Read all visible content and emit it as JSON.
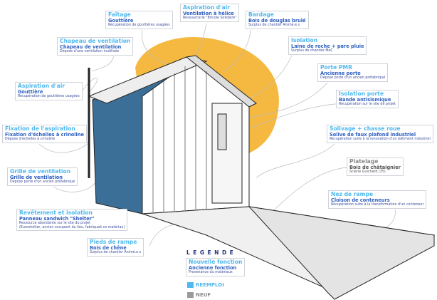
{
  "colors": {
    "accent": "#4fb8ee",
    "reemploi": "#4fb8ee",
    "neuf": "#9a9a9a",
    "blob": "#f5b942"
  },
  "labels": [
    {
      "title": "Faîtage",
      "sub": "Gouttière",
      "desc": "Récupération de gouttières usagées"
    },
    {
      "title": "Aspiration d'air",
      "sub": "Ventilation à hélice",
      "desc": "Ressourcerie \"Bricole Solidaire\""
    },
    {
      "title": "Bardage",
      "sub": "Bois de douglas brulé",
      "desc": "Surplus de chantier Animé.e.s"
    },
    {
      "title": "Chapeau de ventilation",
      "sub": "Chapeau de ventilation",
      "desc": "Dépose d'une ventilation inutilisée"
    },
    {
      "title": "Isolation",
      "sub": "Laine de roche + pare pluie",
      "desc": "Surplus de chantier MeC"
    },
    {
      "title": "Porte PMR",
      "sub": "Ancienne porte",
      "desc": "Dépose porte d'un ancien préfabriqué"
    },
    {
      "title": "Isolation porte",
      "sub": "Bande antisismique",
      "desc": "Récupération sur le site de projet"
    },
    {
      "title": "Aspiration d'air",
      "sub": "Gouttière",
      "desc": "Récupération de gouttières usagées"
    },
    {
      "title": "Fixation de l'aspiration",
      "sub": "Fixation d'échelles à crinoline",
      "desc": "Dépose d'échelles à crinoline"
    },
    {
      "title": "Solivage + chasse roue",
      "sub": "Solive de faux plafond industriel",
      "desc": "Récupération suite à la renovation d'un bâtiment industriel"
    },
    {
      "title": "Platelage",
      "sub": "Bois de châtaignier",
      "desc": "Scierie Guichard (35)"
    },
    {
      "title": "Grille de ventilation",
      "sub": "Grille de ventilation",
      "desc": "Dépose porte d'un ancien préfabriqué"
    },
    {
      "title": "Nez de rampe",
      "sub": "Cloison de conteneurs",
      "desc": "Récupération suite à la transformation d'un conteneur"
    },
    {
      "title": "Revêtement et isolation",
      "sub": "Panneau sandwich \"Shelter\"",
      "desc": "Ressource abondante sur le site du projet",
      "desc2": "(Euroshelter, ancien occupant du lieu, fabriquait ce matériau)"
    },
    {
      "title": "Pieds de rampe",
      "sub": "Bois de chêne",
      "desc": "Surplus de chantier Animé.e.s"
    }
  ],
  "legend": {
    "title": "LEGENDE",
    "new_function": "Nouvelle fonction",
    "old_function": "Ancienne fonction",
    "origin": "Provenance du matériaux",
    "reemploi": "REEMPLOI",
    "neuf": "NEUF"
  }
}
